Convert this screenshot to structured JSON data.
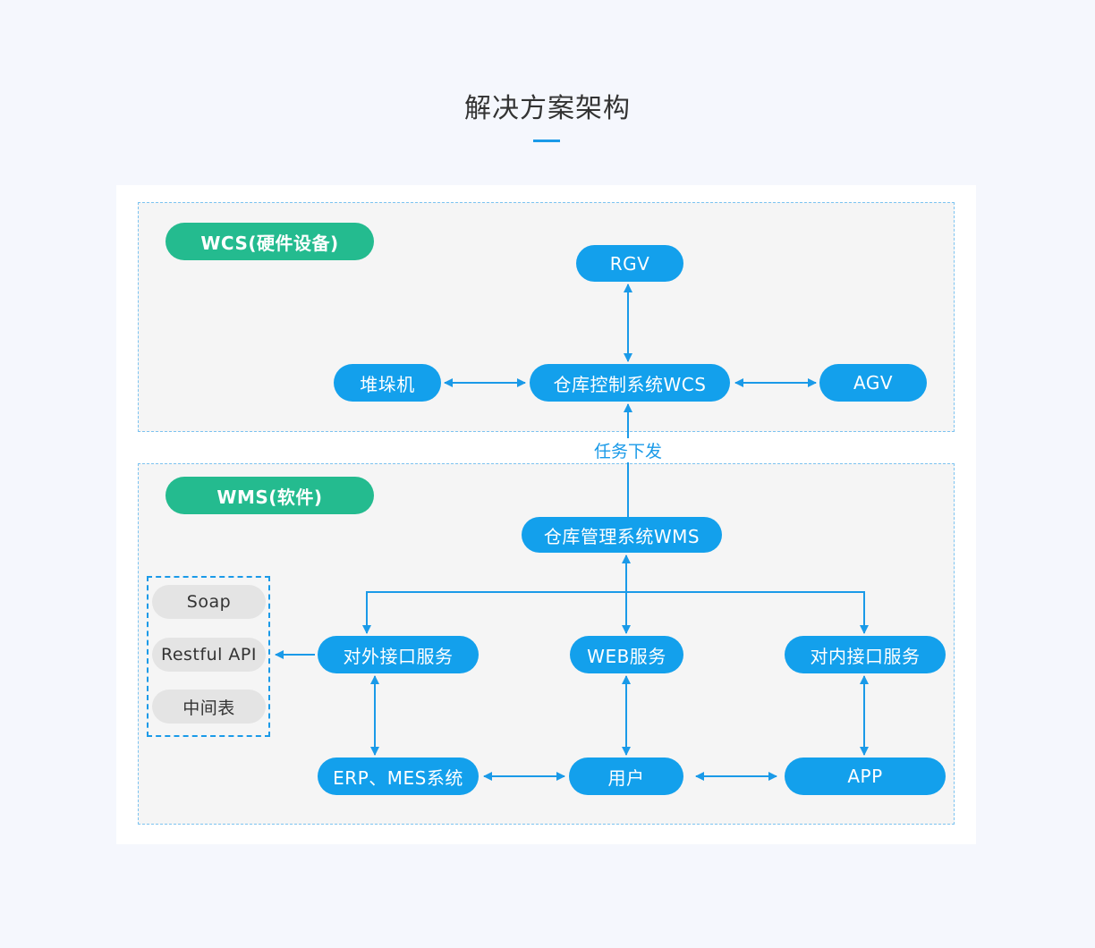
{
  "title": "解决方案架构",
  "colors": {
    "accent": "#13a0ec",
    "category": "#24bb8f",
    "option": "#e4e4e4",
    "zone_border": "#7cc3f0"
  },
  "wcs": {
    "label": "WCS(硬件设备)",
    "nodes": {
      "rgv": "RGV",
      "stacker": "堆垛机",
      "wcs_system": "仓库控制系统WCS",
      "agv": "AGV"
    }
  },
  "task_label": "任务下发",
  "wms": {
    "label": "WMS(软件)",
    "nodes": {
      "wms_system": "仓库管理系统WMS",
      "external_api": "对外接口服务",
      "web_service": "WEB服务",
      "internal_api": "对内接口服务",
      "erp_mes": "ERP、MES系统",
      "user": "用户",
      "app": "APP"
    },
    "interfaces": [
      "Soap",
      "Restful API",
      "中间表"
    ]
  }
}
